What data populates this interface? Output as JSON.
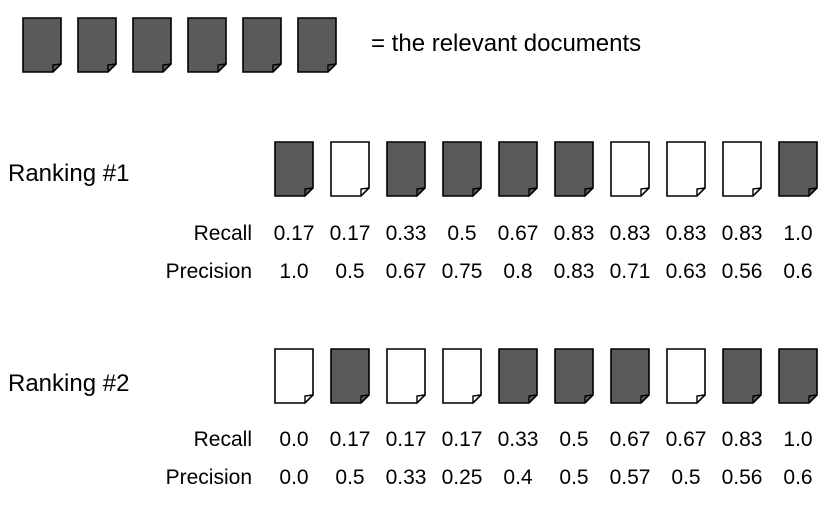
{
  "legend": {
    "icons": [
      "relevant",
      "relevant",
      "relevant",
      "relevant",
      "relevant",
      "relevant"
    ],
    "text": "= the relevant documents"
  },
  "colors": {
    "relevant_fill": "#5a5a5a",
    "nonrelevant_fill": "#ffffff",
    "stroke": "#000000"
  },
  "rankings": [
    {
      "title": "Ranking #1",
      "docs": [
        true,
        false,
        true,
        true,
        true,
        true,
        false,
        false,
        false,
        true
      ],
      "recall_label": "Recall",
      "precision_label": "Precision",
      "recall": [
        "0.17",
        "0.17",
        "0.33",
        "0.5",
        "0.67",
        "0.83",
        "0.83",
        "0.83",
        "0.83",
        "1.0"
      ],
      "precision": [
        "1.0",
        "0.5",
        "0.67",
        "0.75",
        "0.8",
        "0.83",
        "0.71",
        "0.63",
        "0.56",
        "0.6"
      ]
    },
    {
      "title": "Ranking #2",
      "docs": [
        false,
        true,
        false,
        false,
        true,
        true,
        true,
        false,
        true,
        true
      ],
      "recall_label": "Recall",
      "precision_label": "Precision",
      "recall": [
        "0.0",
        "0.17",
        "0.17",
        "0.17",
        "0.33",
        "0.5",
        "0.67",
        "0.67",
        "0.83",
        "1.0"
      ],
      "precision": [
        "0.0",
        "0.5",
        "0.33",
        "0.25",
        "0.4",
        "0.5",
        "0.57",
        "0.5",
        "0.56",
        "0.6"
      ]
    }
  ]
}
